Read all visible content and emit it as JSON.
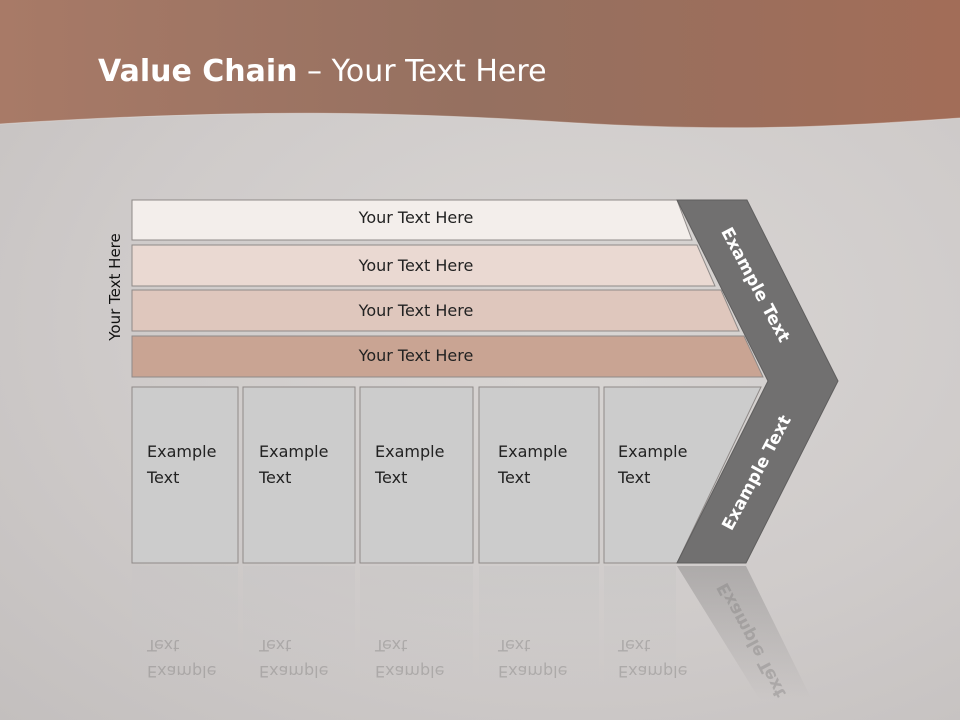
{
  "slide": {
    "title_bold": "Value Chain",
    "title_rest": " – Your Text Here",
    "side_label": "Your Text Here"
  },
  "bands": [
    {
      "label": "Your Text Here",
      "color": "#f3eeeb"
    },
    {
      "label": "Your Text Here",
      "color": "#ead9d2"
    },
    {
      "label": "Your Text Here",
      "color": "#dfc7bd"
    },
    {
      "label": "Your Text Here",
      "color": "#c9a493"
    }
  ],
  "columns": [
    {
      "line1": "Example",
      "line2": "Text"
    },
    {
      "line1": "Example",
      "line2": "Text"
    },
    {
      "line1": "Example",
      "line2": "Text"
    },
    {
      "line1": "Example",
      "line2": "Text"
    },
    {
      "line1": "Example",
      "line2": "Text"
    }
  ],
  "chevron": {
    "upper_label": "Example Text",
    "lower_label": "Example Text",
    "color": "#717070"
  },
  "colors": {
    "header": "#9e6e5b",
    "column_fill": "#cccccc"
  }
}
